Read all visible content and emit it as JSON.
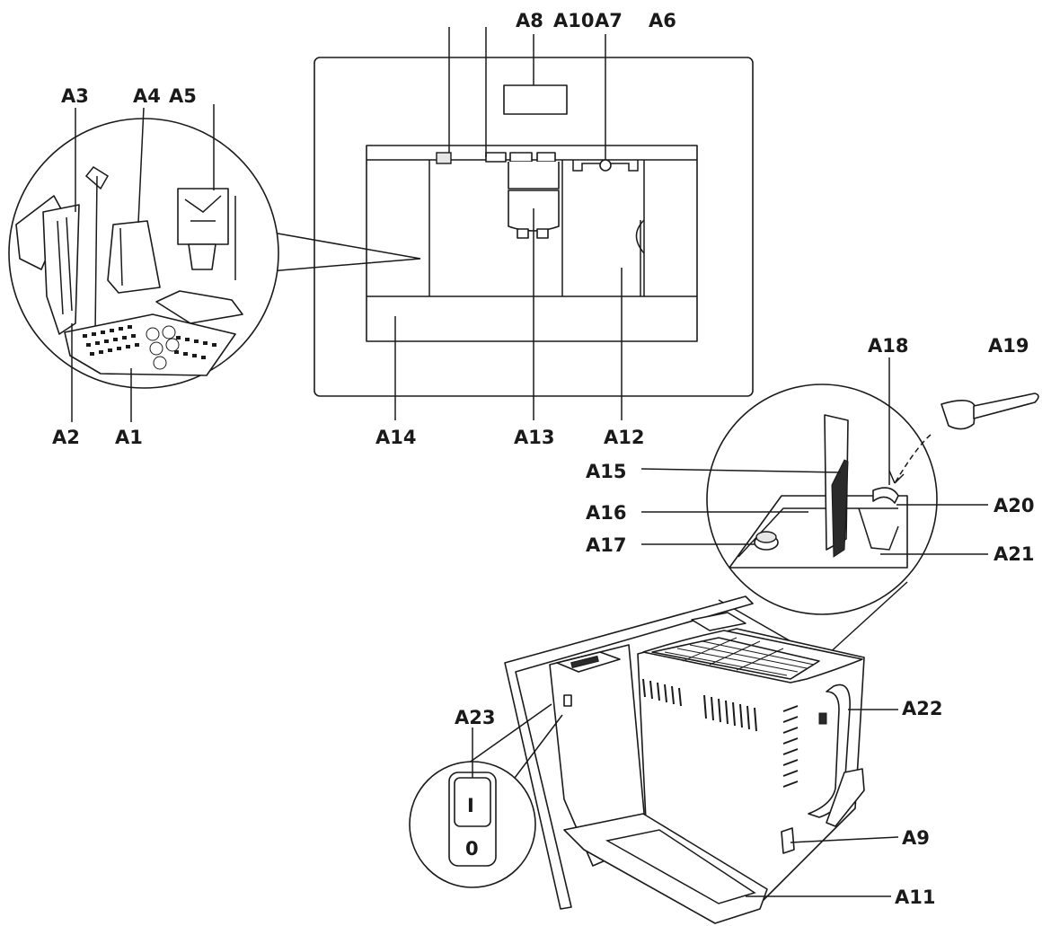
{
  "diagram": {
    "labels": {
      "A1": "A1",
      "A2": "A2",
      "A3": "A3",
      "A4": "A4",
      "A5": "A5",
      "A6": "A6",
      "A7": "A7",
      "A8": "A8",
      "A9": "A9",
      "A10": "A10",
      "A11": "A11",
      "A12": "A12",
      "A13": "A13",
      "A14": "A14",
      "A15": "A15",
      "A16": "A16",
      "A17": "A17",
      "A18": "A18",
      "A19": "A19",
      "A20": "A20",
      "A21": "A21",
      "A22": "A22",
      "A23": "A23"
    },
    "switch": {
      "on": "I",
      "off": "0"
    }
  }
}
